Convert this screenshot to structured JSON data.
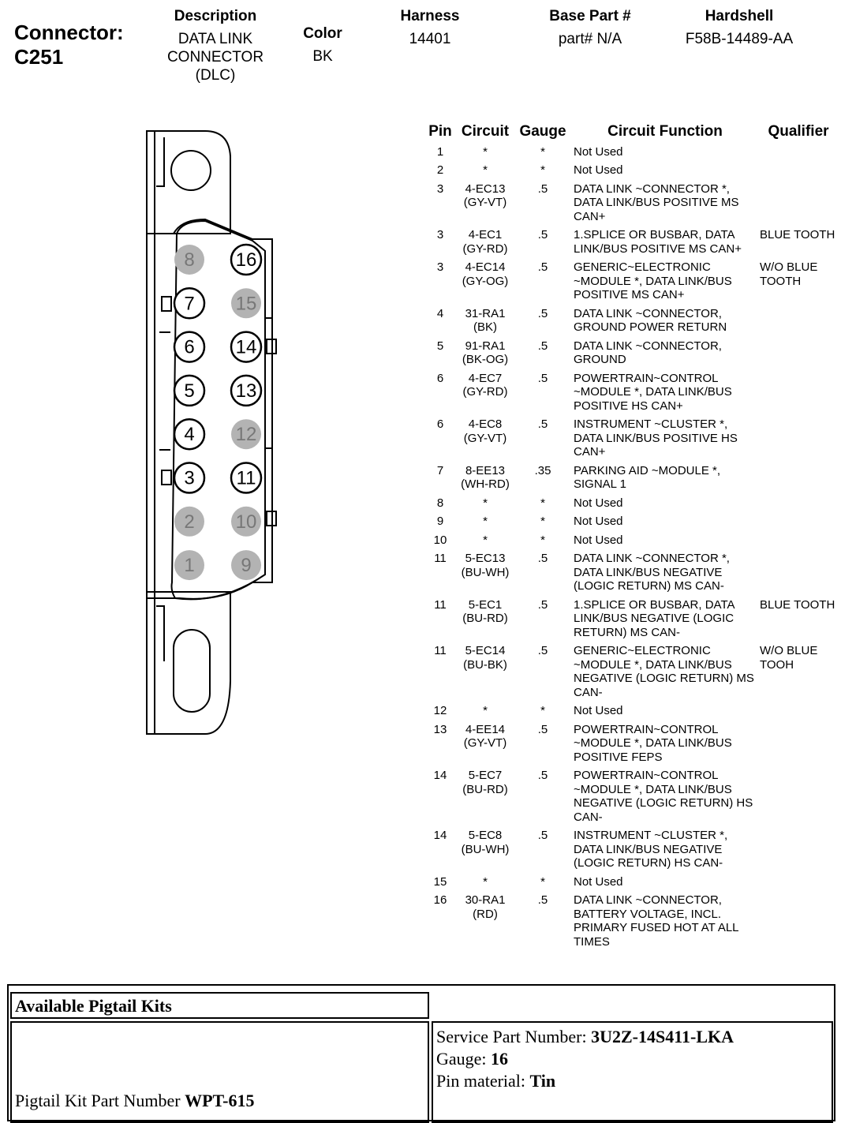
{
  "connector": {
    "label": "Connector:",
    "id": "C251"
  },
  "header": {
    "description_label": "Description",
    "description_value": [
      "DATA LINK",
      "CONNECTOR",
      "(DLC)"
    ],
    "color_label": "Color",
    "color_value": "BK",
    "harness_label": "Harness",
    "harness_value": "14401",
    "base_part_label": "Base Part #",
    "base_part_value": "part# N/A",
    "hardshell_label": "Hardshell",
    "hardshell_value": "F58B-14489-AA"
  },
  "diagram": {
    "top_row": [
      "8",
      "7",
      "6",
      "5",
      "4",
      "3",
      "2",
      "1"
    ],
    "bottom_row": [
      "16",
      "15",
      "14",
      "13",
      "12",
      "11",
      "10",
      "9"
    ],
    "unused_pins": [
      "8",
      "2",
      "1",
      "15",
      "12",
      "10",
      "9"
    ],
    "fill_unused": "#b3b3b3"
  },
  "table": {
    "headers": [
      "Pin",
      "Circuit",
      "Gauge",
      "Circuit Function",
      "Qualifier"
    ],
    "rows": [
      {
        "pin": "1",
        "circuit": [
          "*"
        ],
        "gauge": "*",
        "function": "Not Used",
        "qualifier": ""
      },
      {
        "pin": "2",
        "circuit": [
          "*"
        ],
        "gauge": "*",
        "function": "Not Used",
        "qualifier": ""
      },
      {
        "pin": "3",
        "circuit": [
          "4-EC13",
          "(GY-VT)"
        ],
        "gauge": ".5",
        "function": "DATA LINK ~CONNECTOR *, DATA LINK/BUS POSITIVE MS CAN+",
        "qualifier": ""
      },
      {
        "pin": "3",
        "circuit": [
          "4-EC1",
          "(GY-RD)"
        ],
        "gauge": ".5",
        "function": "1.SPLICE OR BUSBAR, DATA LINK/BUS POSITIVE MS CAN+",
        "qualifier": "BLUE TOOTH"
      },
      {
        "pin": "3",
        "circuit": [
          "4-EC14",
          "(GY-OG)"
        ],
        "gauge": ".5",
        "function": "GENERIC~ELECTRONIC ~MODULE *, DATA LINK/BUS POSITIVE MS CAN+",
        "qualifier": "W/O BLUE TOOTH"
      },
      {
        "pin": "4",
        "circuit": [
          "31-RA1",
          "(BK)"
        ],
        "gauge": ".5",
        "function": "DATA LINK ~CONNECTOR, GROUND POWER RETURN",
        "qualifier": ""
      },
      {
        "pin": "5",
        "circuit": [
          "91-RA1",
          "(BK-OG)"
        ],
        "gauge": ".5",
        "function": "DATA LINK ~CONNECTOR, GROUND",
        "qualifier": ""
      },
      {
        "pin": "6",
        "circuit": [
          "4-EC7",
          "(GY-RD)"
        ],
        "gauge": ".5",
        "function": "POWERTRAIN~CONTROL ~MODULE *, DATA LINK/BUS POSITIVE HS CAN+",
        "qualifier": ""
      },
      {
        "pin": "6",
        "circuit": [
          "4-EC8",
          "(GY-VT)"
        ],
        "gauge": ".5",
        "function": "INSTRUMENT ~CLUSTER *, DATA LINK/BUS POSITIVE HS CAN+",
        "qualifier": ""
      },
      {
        "pin": "7",
        "circuit": [
          "8-EE13",
          "(WH-RD)"
        ],
        "gauge": ".35",
        "function": "PARKING AID ~MODULE *, SIGNAL 1",
        "qualifier": ""
      },
      {
        "pin": "8",
        "circuit": [
          "*"
        ],
        "gauge": "*",
        "function": "Not Used",
        "qualifier": ""
      },
      {
        "pin": "9",
        "circuit": [
          "*"
        ],
        "gauge": "*",
        "function": "Not Used",
        "qualifier": ""
      },
      {
        "pin": "10",
        "circuit": [
          "*"
        ],
        "gauge": "*",
        "function": "Not Used",
        "qualifier": ""
      },
      {
        "pin": "11",
        "circuit": [
          "5-EC13",
          "(BU-WH)"
        ],
        "gauge": ".5",
        "function": "DATA LINK ~CONNECTOR *, DATA LINK/BUS NEGATIVE (LOGIC RETURN) MS CAN-",
        "qualifier": ""
      },
      {
        "pin": "11",
        "circuit": [
          "5-EC1",
          "(BU-RD)"
        ],
        "gauge": ".5",
        "function": "1.SPLICE OR BUSBAR, DATA LINK/BUS NEGATIVE (LOGIC RETURN) MS CAN-",
        "qualifier": "BLUE TOOTH"
      },
      {
        "pin": "11",
        "circuit": [
          "5-EC14",
          "(BU-BK)"
        ],
        "gauge": ".5",
        "function": "GENERIC~ELECTRONIC ~MODULE *, DATA LINK/BUS NEGATIVE (LOGIC RETURN) MS CAN-",
        "qualifier": "W/O BLUE TOOH"
      },
      {
        "pin": "12",
        "circuit": [
          "*"
        ],
        "gauge": "*",
        "function": "Not Used",
        "qualifier": ""
      },
      {
        "pin": "13",
        "circuit": [
          "4-EE14",
          "(GY-VT)"
        ],
        "gauge": ".5",
        "function": "POWERTRAIN~CONTROL ~MODULE *, DATA LINK/BUS POSITIVE FEPS",
        "qualifier": ""
      },
      {
        "pin": "14",
        "circuit": [
          "5-EC7",
          "(BU-RD)"
        ],
        "gauge": ".5",
        "function": "POWERTRAIN~CONTROL ~MODULE *, DATA LINK/BUS NEGATIVE (LOGIC RETURN) HS CAN-",
        "qualifier": ""
      },
      {
        "pin": "14",
        "circuit": [
          "5-EC8",
          "(BU-WH)"
        ],
        "gauge": ".5",
        "function": "INSTRUMENT ~CLUSTER *, DATA LINK/BUS NEGATIVE (LOGIC RETURN) HS CAN-",
        "qualifier": ""
      },
      {
        "pin": "15",
        "circuit": [
          "*"
        ],
        "gauge": "*",
        "function": "Not Used",
        "qualifier": ""
      },
      {
        "pin": "16",
        "circuit": [
          "30-RA1",
          "(RD)"
        ],
        "gauge": ".5",
        "function": "DATA LINK ~CONNECTOR, BATTERY VOLTAGE, INCL. PRIMARY FUSED HOT AT ALL TIMES",
        "qualifier": ""
      }
    ]
  },
  "kits": {
    "title": "Available Pigtail Kits",
    "kit_part_label": "Pigtail Kit Part Number",
    "kit_part_value": "WPT-615",
    "service_part_label": "Service Part Number:",
    "service_part_value": "3U2Z-14S411-LKA",
    "gauge_label": "Gauge:",
    "gauge_value": "16",
    "pin_material_label": "Pin material:",
    "pin_material_value": "Tin"
  }
}
